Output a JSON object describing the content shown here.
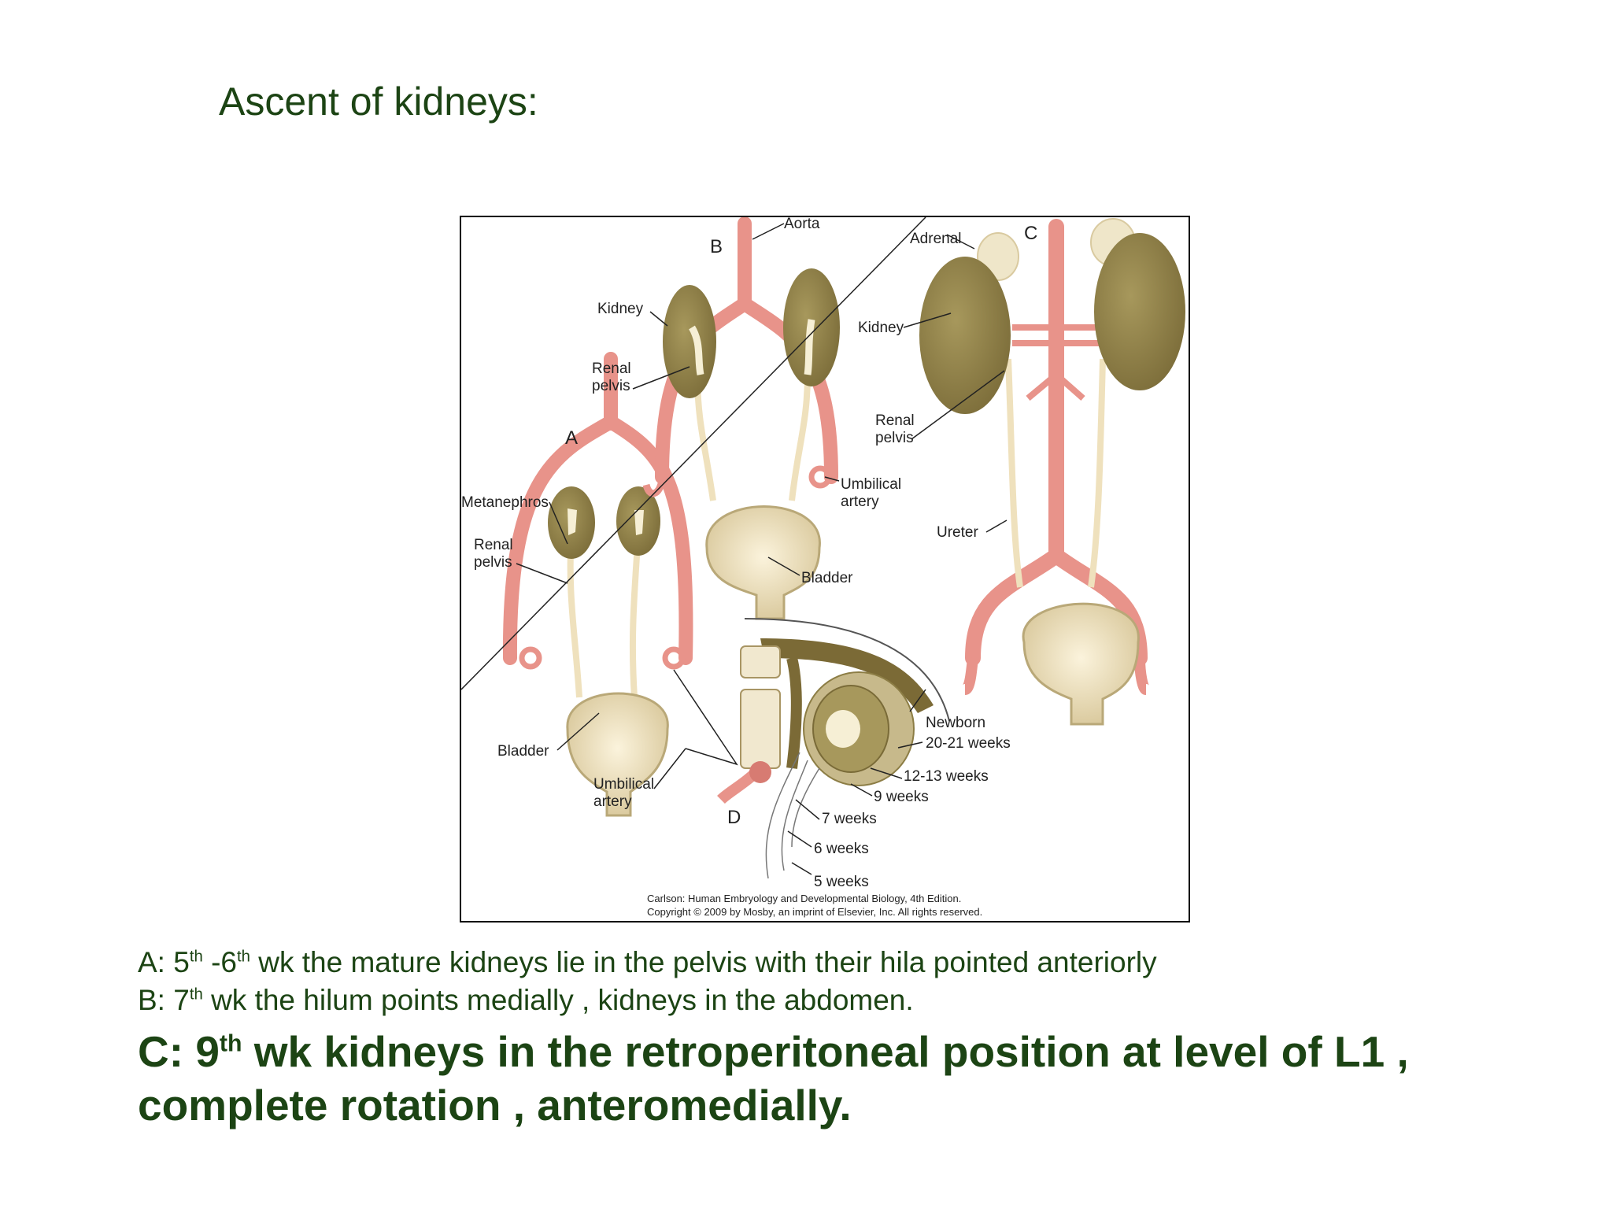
{
  "slide": {
    "title": "Ascent of kidneys:",
    "lines": [
      {
        "a": "A: 5",
        "s1": "th",
        "b": " -6",
        "s2": "th",
        "c": " wk the mature kidneys lie in the pelvis with their hila pointed  anteriorly"
      },
      {
        "a": "B: 7",
        "s1": "th",
        "c": " wk the hilum points medially , kidneys in the abdomen."
      },
      {
        "a": "C: 9",
        "s1": "th",
        "c": " wk kidneys in the retroperitoneal position at level of L1 ,"
      },
      {
        "c": "complete rotation , anteromedially."
      }
    ]
  },
  "figure": {
    "panels": {
      "a": "A",
      "b": "B",
      "c": "C",
      "d": "D"
    },
    "labels": {
      "aorta": "Aorta",
      "kidney_b": "Kidney",
      "renal_b1": "Renal",
      "renal_b2": "pelvis",
      "metanephros": "Metanephros",
      "renal_a1": "Renal",
      "renal_a2": "pelvis",
      "bladder_a": "Bladder",
      "umb_a1": "Umbilical",
      "umb_a2": "artery",
      "umb_b1": "Umbilical",
      "umb_b2": "artery",
      "bladder_b": "Bladder",
      "adrenal": "Adrenal",
      "kidney_c": "Kidney",
      "renal_c1": "Renal",
      "renal_c2": "pelvis",
      "ureter": "Ureter",
      "newborn": "Newborn",
      "w2021": "20-21 weeks",
      "w1213": "12-13 weeks",
      "w9": "9 weeks",
      "w7": "7 weeks",
      "w6": "6 weeks",
      "w5": "5 weeks"
    },
    "credit1": "Carlson: Human Embryology and Developmental Biology, 4th Edition.",
    "credit2": "Copyright © 2009 by Mosby, an imprint of Elsevier, Inc. All rights reserved."
  },
  "colors": {
    "text": "#1c4414",
    "artery": "#e8938a",
    "kidney": "#8c7d45",
    "bladder": "#efe1bd",
    "adrenal": "#efe6c9"
  }
}
